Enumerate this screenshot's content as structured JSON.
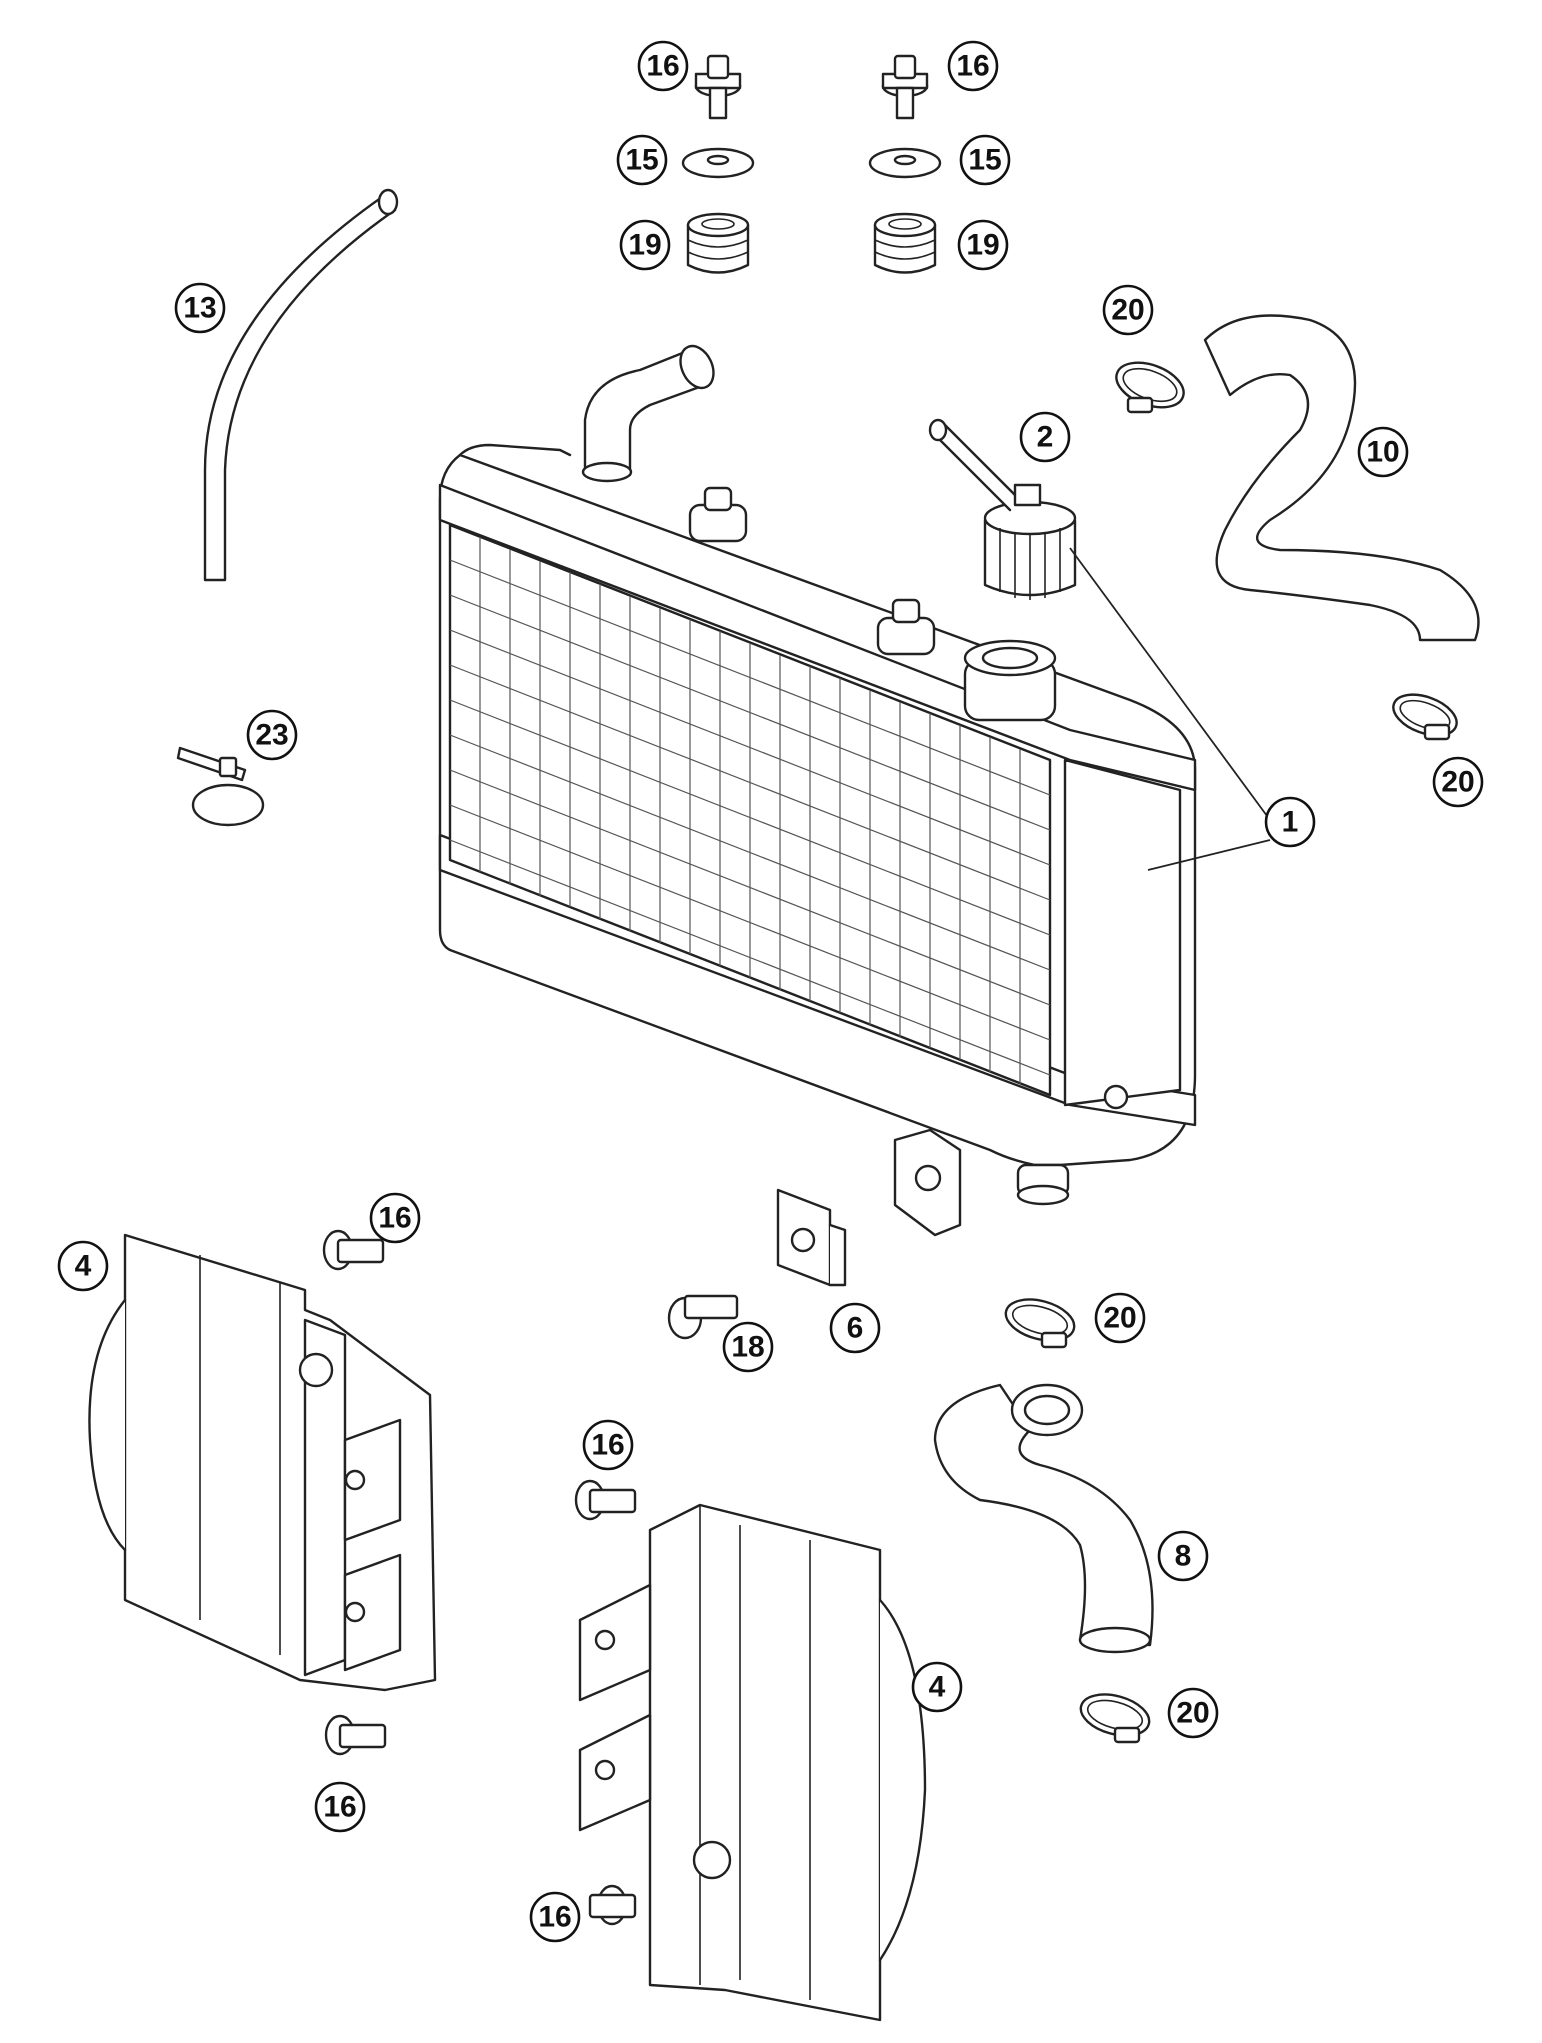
{
  "callouts": [
    {
      "id": "c16-top-left",
      "label": "16"
    },
    {
      "id": "c16-top-right",
      "label": "16"
    },
    {
      "id": "c15-left",
      "label": "15"
    },
    {
      "id": "c15-right",
      "label": "15"
    },
    {
      "id": "c19-left",
      "label": "19"
    },
    {
      "id": "c19-right",
      "label": "19"
    },
    {
      "id": "c13",
      "label": "13"
    },
    {
      "id": "c20-top",
      "label": "20"
    },
    {
      "id": "c2",
      "label": "2"
    },
    {
      "id": "c10",
      "label": "10"
    },
    {
      "id": "c23",
      "label": "23"
    },
    {
      "id": "c20-right",
      "label": "20"
    },
    {
      "id": "c1",
      "label": "1"
    },
    {
      "id": "c16-left-upper",
      "label": "16"
    },
    {
      "id": "c4-left",
      "label": "4"
    },
    {
      "id": "c18",
      "label": "18"
    },
    {
      "id": "c6",
      "label": "6"
    },
    {
      "id": "c20-mid",
      "label": "20"
    },
    {
      "id": "c16-center",
      "label": "16"
    },
    {
      "id": "c8",
      "label": "8"
    },
    {
      "id": "c4-right",
      "label": "4"
    },
    {
      "id": "c20-bottom",
      "label": "20"
    },
    {
      "id": "c16-left-lower",
      "label": "16"
    },
    {
      "id": "c16-bottom",
      "label": "16"
    }
  ],
  "colors": {
    "line": "#222222",
    "background": "#ffffff"
  }
}
